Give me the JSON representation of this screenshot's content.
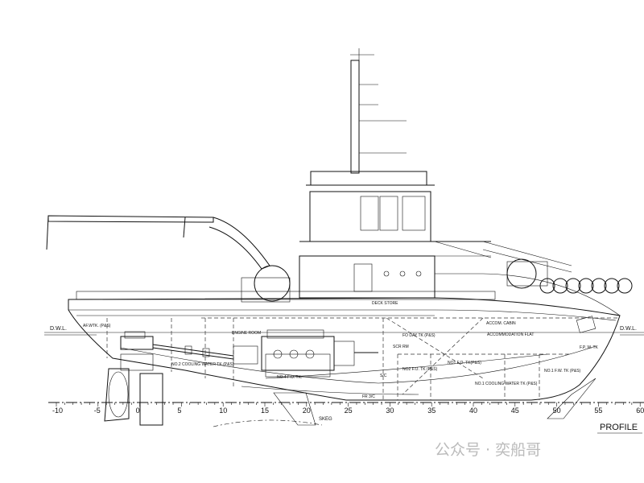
{
  "drawing": {
    "title": "PROFILE",
    "waterline_label": "D.W.L.",
    "skeg_label": "SKEG",
    "watermark": "公众号 · 奕船哥",
    "frames": [
      -10,
      -5,
      0,
      5,
      10,
      15,
      20,
      25,
      30,
      35,
      40,
      45,
      50,
      55,
      60
    ],
    "labels": {
      "aft_tank": "AF.WTK. (P&S)",
      "cooling_tank": "NO.2 COOLING WATER TK.(P&S)",
      "engine_room": "ENGINE ROOM",
      "fo_tank_aft": "NO.4 F.O. TK.",
      "deck_store": "DECK STORE",
      "fo_day": "FO DAY TK (P&S)",
      "scr_room": "SCR RM",
      "no2_fo": "NO2 F.O. TK (P&S)",
      "no1_fo": "NO1 F.O. TK(P&S)",
      "no1_cooling": "NO.1 COOLING WATER TK (P&S)",
      "no1_fw": "NO.1 F.W. TK (P&S)",
      "fp_tank": "F.P. W. TK",
      "accom_cabin": "ACCOM. CABIN",
      "accom_flat": "ACCOMMODATION FLAT",
      "sc": "S/C",
      "fr_sc": "FR 3/C"
    }
  }
}
